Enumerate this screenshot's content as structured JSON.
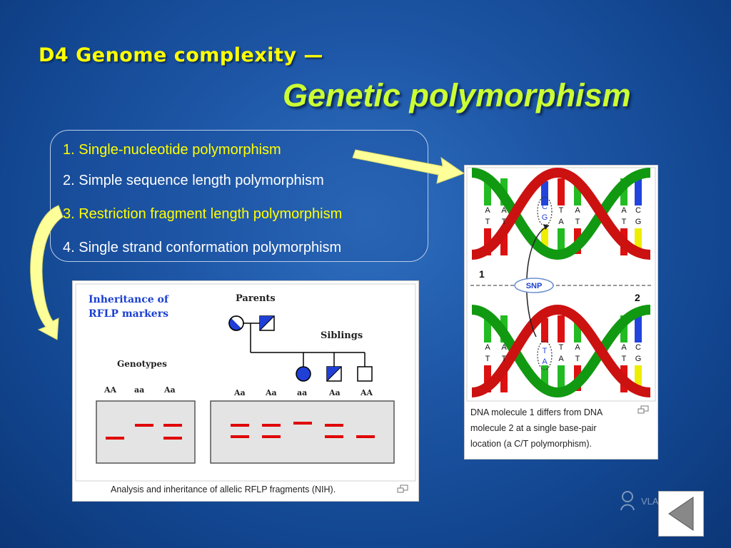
{
  "slide": {
    "title_line1": "D4 Genome complexity —",
    "title_line2": "Genetic polymorphism"
  },
  "list": {
    "items": [
      {
        "label": "1. Single-nucleotide polymorphism",
        "color": "#ffff00"
      },
      {
        "label": "2. Simple sequence length polymorphism",
        "color": "#ffffff"
      },
      {
        "label": "3. Restriction fragment length polymorphism",
        "color": "#ffff00"
      },
      {
        "label": "4. Single strand conformation polymorphism",
        "color": "#ffffff"
      }
    ]
  },
  "rflp_figure": {
    "heading_line1": "Inheritance of",
    "heading_line2": "RFLP markers",
    "parents_label": "Parents",
    "siblings_label": "Siblings",
    "genotypes_label": "Genotypes",
    "left_genotypes": [
      "AA",
      "aa",
      "Aa"
    ],
    "right_genotypes": [
      "Aa",
      "Aa",
      "aa",
      "Aa",
      "AA"
    ],
    "caption": "Analysis and inheritance of allelic RFLP fragments (NIH)."
  },
  "snp_figure": {
    "top_letters": [
      "A",
      "A",
      "C",
      "T",
      "A",
      "A",
      "C"
    ],
    "bottom_letters": [
      "T",
      "T",
      "G",
      "A",
      "T",
      "T",
      "G"
    ],
    "snp_top_letters": [
      "C",
      "G"
    ],
    "snp_bottom_letters": [
      "T",
      "A"
    ],
    "molecule1_label": "1",
    "molecule2_label": "2",
    "snp_label": "SNP",
    "caption_line1": "DNA molecule 1 differs from DNA",
    "caption_line2": "molecule 2 at a single base-pair",
    "caption_line3": "location (a C/T polymorphism)."
  },
  "watermark": {
    "text": "VLADIMIO"
  },
  "nav": {
    "icon": "triangle-left-icon"
  },
  "colors": {
    "title_yellow": "#ffff00",
    "title_green": "#ccff33",
    "band_red": "#e00000"
  }
}
